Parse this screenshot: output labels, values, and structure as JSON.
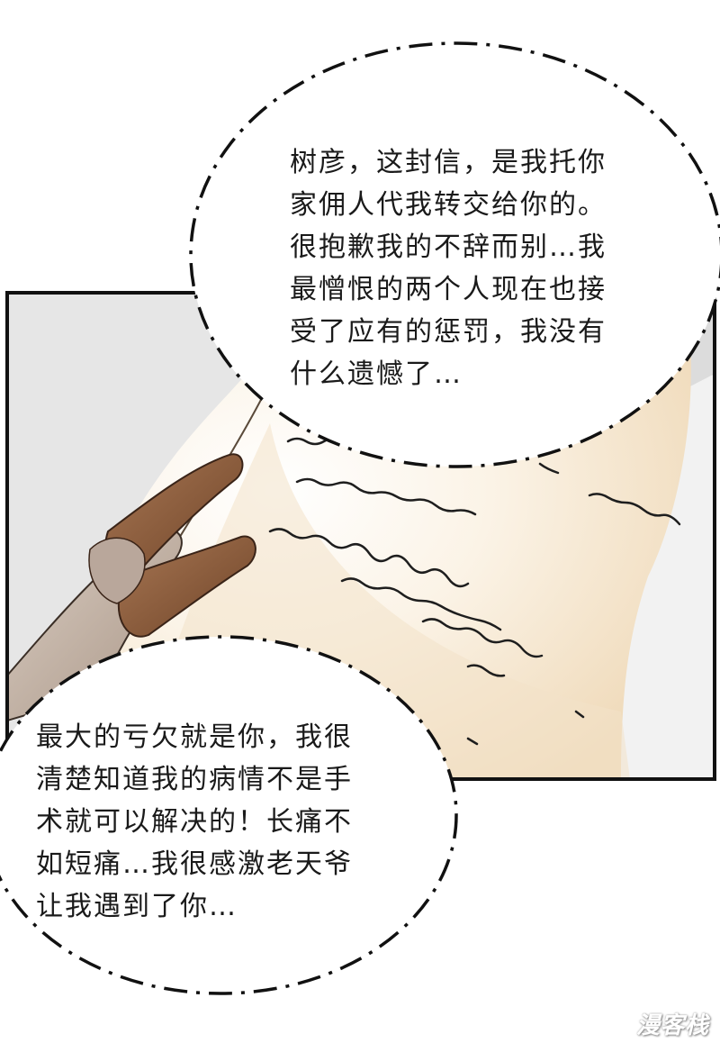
{
  "bubble_top": {
    "lines": [
      "树彦，这封信，是我托你",
      "家佣人代我转交给你的。",
      "很抱歉我的不辞而别…我",
      "最憎恨的两个人现在也接",
      "受了应有的惩罚，我没有",
      "什么遗憾了…"
    ]
  },
  "bubble_bottom": {
    "lines": [
      "最大的亏欠就是你，我很",
      "清楚知道我的病情不是手",
      "术就可以解决的！长痛不",
      "如短痛…我很感激老天爷",
      "让我遇到了你…"
    ]
  },
  "watermark": "漫客栈",
  "colors": {
    "panel_bg": "#e8e8e8",
    "letter_paper": "#ffffff",
    "letter_glow": "#f4e3c6",
    "skin_dark": "#8a5a3a",
    "skin_light": "#c9b2a0",
    "ink": "#1a1a1a"
  }
}
